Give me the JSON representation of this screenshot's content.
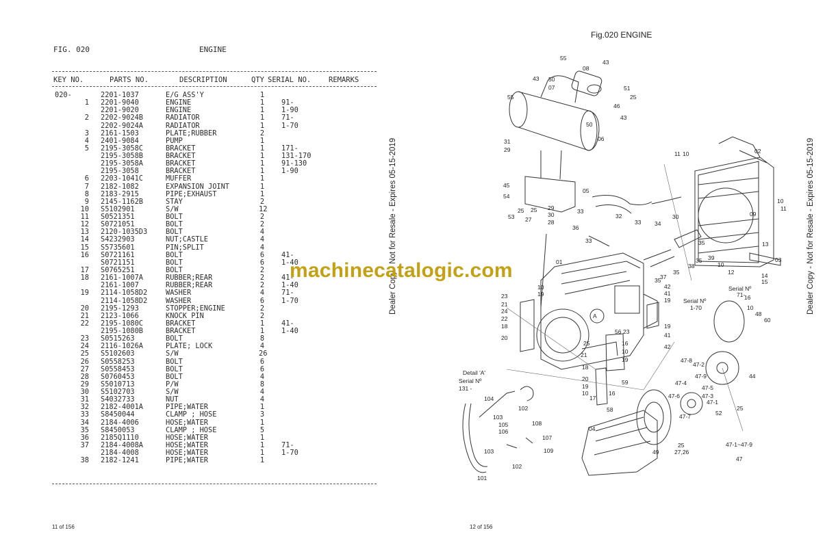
{
  "left_page": {
    "fig_label": "FIG. 020",
    "fig_title": "ENGINE",
    "columns": {
      "key": "KEY NO.",
      "part": "PARTS NO.",
      "desc": "DESCRIPTION",
      "qty": "QTY",
      "serial": "SERIAL NO.",
      "remarks": "REMARKS"
    },
    "rows": [
      {
        "key": "020-",
        "num": "",
        "part": "2201-1037",
        "desc": "E/G ASS'Y",
        "qty": "1",
        "serial": ""
      },
      {
        "key": "",
        "num": "1",
        "part": "2201-9040",
        "desc": "ENGINE",
        "qty": "1",
        "serial": "91-"
      },
      {
        "key": "",
        "num": "",
        "part": "2201-9020",
        "desc": "ENGINE",
        "qty": "1",
        "serial": "1-90"
      },
      {
        "key": "",
        "num": "2",
        "part": "2202-9024B",
        "desc": "RADIATOR",
        "qty": "1",
        "serial": "71-"
      },
      {
        "key": "",
        "num": "",
        "part": "2202-9024A",
        "desc": "RADIATOR",
        "qty": "1",
        "serial": "1-70"
      },
      {
        "key": "",
        "num": "3",
        "part": "2161-1503",
        "desc": "PLATE;RUBBER",
        "qty": "2",
        "serial": ""
      },
      {
        "key": "",
        "num": "4",
        "part": "2401-9084",
        "desc": "PUMP",
        "qty": "1",
        "serial": ""
      },
      {
        "key": "",
        "num": "5",
        "part": "2195-3058C",
        "desc": "BRACKET",
        "qty": "1",
        "serial": "171-"
      },
      {
        "key": "",
        "num": "",
        "part": "2195-3058B",
        "desc": "BRACKET",
        "qty": "1",
        "serial": "131-170"
      },
      {
        "key": "",
        "num": "",
        "part": "2195-3058A",
        "desc": "BRACKET",
        "qty": "1",
        "serial": "91-130"
      },
      {
        "key": "",
        "num": "",
        "part": "2195-3058",
        "desc": "BRACKET",
        "qty": "1",
        "serial": "1-90"
      },
      {
        "key": "",
        "num": "6",
        "part": "2203-1041C",
        "desc": "MUFFER",
        "qty": "1",
        "serial": ""
      },
      {
        "key": "",
        "num": "7",
        "part": "2182-1082",
        "desc": "EXPANSION JOINT",
        "qty": "1",
        "serial": ""
      },
      {
        "key": "",
        "num": "8",
        "part": "2183-2915",
        "desc": "PIPE;EXHAUST",
        "qty": "1",
        "serial": ""
      },
      {
        "key": "",
        "num": "9",
        "part": "2145-1162B",
        "desc": "STAY",
        "qty": "2",
        "serial": ""
      },
      {
        "key": "",
        "num": "10",
        "part": "S5102901",
        "desc": "S/W",
        "qty": "12",
        "serial": ""
      },
      {
        "key": "",
        "num": "11",
        "part": "S0521351",
        "desc": "BOLT",
        "qty": "2",
        "serial": ""
      },
      {
        "key": "",
        "num": "12",
        "part": "S0721051",
        "desc": "BOLT",
        "qty": "2",
        "serial": ""
      },
      {
        "key": "",
        "num": "13",
        "part": "2120-1035D3",
        "desc": "BOLT",
        "qty": "4",
        "serial": ""
      },
      {
        "key": "",
        "num": "14",
        "part": "S4232903",
        "desc": "NUT;CASTLE",
        "qty": "4",
        "serial": ""
      },
      {
        "key": "",
        "num": "15",
        "part": "S5735601",
        "desc": "PIN;SPLIT",
        "qty": "4",
        "serial": ""
      },
      {
        "key": "",
        "num": "16",
        "part": "S0721161",
        "desc": "BOLT",
        "qty": "6",
        "serial": "41-"
      },
      {
        "key": "",
        "num": "",
        "part": "S0721151",
        "desc": "BOLT",
        "qty": "6",
        "serial": "1-40"
      },
      {
        "key": "",
        "num": "17",
        "part": "S0765251",
        "desc": "BOLT",
        "qty": "2",
        "serial": ""
      },
      {
        "key": "",
        "num": "18",
        "part": "2161-1007A",
        "desc": "RUBBER;REAR",
        "qty": "2",
        "serial": "41-"
      },
      {
        "key": "",
        "num": "",
        "part": "2161-1007",
        "desc": "RUBBER;REAR",
        "qty": "2",
        "serial": "1-40"
      },
      {
        "key": "",
        "num": "19",
        "part": "2114-1058D2",
        "desc": "WASHER",
        "qty": "4",
        "serial": "71-"
      },
      {
        "key": "",
        "num": "",
        "part": "2114-1058D2",
        "desc": "WASHER",
        "qty": "6",
        "serial": "1-70"
      },
      {
        "key": "",
        "num": "20",
        "part": "2195-1293",
        "desc": "STOPPER;ENGINE",
        "qty": "2",
        "serial": ""
      },
      {
        "key": "",
        "num": "21",
        "part": "2123-1066",
        "desc": "KNOCK PIN",
        "qty": "2",
        "serial": ""
      },
      {
        "key": "",
        "num": "22",
        "part": "2195-1080C",
        "desc": "BRACKET",
        "qty": "1",
        "serial": "41-"
      },
      {
        "key": "",
        "num": "",
        "part": "2195-1080B",
        "desc": "BRACKET",
        "qty": "1",
        "serial": "1-40"
      },
      {
        "key": "",
        "num": "23",
        "part": "S0515263",
        "desc": "BOLT",
        "qty": "8",
        "serial": ""
      },
      {
        "key": "",
        "num": "24",
        "part": "2116-1026A",
        "desc": "PLATE; LOCK",
        "qty": "4",
        "serial": ""
      },
      {
        "key": "",
        "num": "25",
        "part": "S5102603",
        "desc": "S/W",
        "qty": "26",
        "serial": ""
      },
      {
        "key": "",
        "num": "26",
        "part": "S0558253",
        "desc": "BOLT",
        "qty": "6",
        "serial": ""
      },
      {
        "key": "",
        "num": "27",
        "part": "S0558453",
        "desc": "BOLT",
        "qty": "6",
        "serial": ""
      },
      {
        "key": "",
        "num": "28",
        "part": "S0760453",
        "desc": "BOLT",
        "qty": "4",
        "serial": ""
      },
      {
        "key": "",
        "num": "29",
        "part": "S5010713",
        "desc": "P/W",
        "qty": "8",
        "serial": ""
      },
      {
        "key": "",
        "num": "30",
        "part": "S5102703",
        "desc": "S/W",
        "qty": "4",
        "serial": ""
      },
      {
        "key": "",
        "num": "31",
        "part": "S4032733",
        "desc": "NUT",
        "qty": "4",
        "serial": ""
      },
      {
        "key": "",
        "num": "32",
        "part": "2182-4001A",
        "desc": "PIPE;WATER",
        "qty": "1",
        "serial": ""
      },
      {
        "key": "",
        "num": "33",
        "part": "S8450044",
        "desc": "CLAMP ; HOSE",
        "qty": "3",
        "serial": ""
      },
      {
        "key": "",
        "num": "34",
        "part": "2184-4006",
        "desc": "HOSE;WATER",
        "qty": "1",
        "serial": ""
      },
      {
        "key": "",
        "num": "35",
        "part": "S8450053",
        "desc": "CLAMP ; HOSE",
        "qty": "5",
        "serial": ""
      },
      {
        "key": "",
        "num": "36",
        "part": "2185Q1110",
        "desc": "HOSE;WATER",
        "qty": "1",
        "serial": ""
      },
      {
        "key": "",
        "num": "37",
        "part": "2184-4008A",
        "desc": "HOSE;WATER",
        "qty": "1",
        "serial": "71-"
      },
      {
        "key": "",
        "num": "",
        "part": "2184-4008",
        "desc": "HOSE;WATER",
        "qty": "1",
        "serial": "1-70"
      },
      {
        "key": "",
        "num": "38",
        "part": "2182-1241",
        "desc": "PIPE;WATER",
        "qty": "1",
        "serial": ""
      }
    ],
    "page_number": "11 of 156",
    "side_notice": "Dealer Copy - Not for Resale - Expires 05-15-2019"
  },
  "right_page": {
    "diagram_title": "Fig.020 ENGINE",
    "page_number": "12 of 156",
    "side_notice": "Dealer Copy - Not for Resale - Expires 05-15-2019",
    "labels": {
      "detail_a": "Detail 'A'",
      "serial_131": "Serial Nº",
      "serial_131_range": "131 -",
      "serial_170": "Serial Nº",
      "serial_170_range": "1-70",
      "serial_71": "Serial Nº",
      "serial_71_range": "71-",
      "range_47": "47-1~47-9",
      "range_47_sub": "47"
    }
  },
  "watermark": "machinecatalogic.com"
}
